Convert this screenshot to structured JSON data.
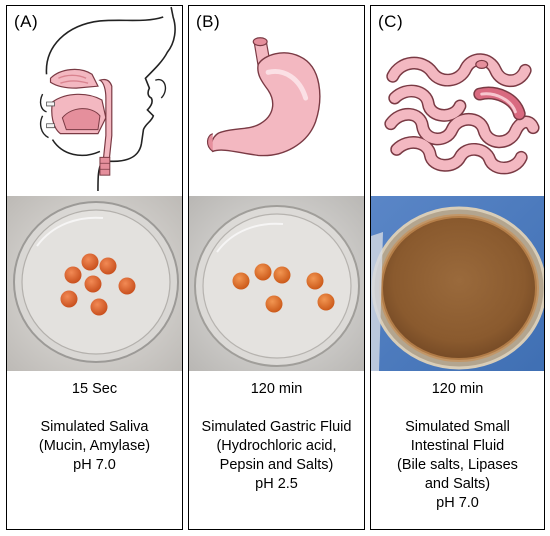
{
  "panels": [
    {
      "letter": "(A)",
      "organ_icon": "head-mouth-icon",
      "time": "15 Sec",
      "lines": [
        "Simulated Saliva",
        "(Mucin, Amylase)",
        "pH 7.0"
      ]
    },
    {
      "letter": "(B)",
      "organ_icon": "stomach-icon",
      "time": "120 min",
      "lines": [
        "Simulated Gastric Fluid",
        "(Hydrochloric acid,",
        "Pepsin and Salts)",
        "pH 2.5"
      ]
    },
    {
      "letter": "(C)",
      "organ_icon": "small-intestine-icon",
      "time": "120 min",
      "lines": [
        "Simulated Small",
        "Intestinal Fluid",
        "(Bile salts, Lipases",
        "and Salts)",
        "pH 7.0"
      ]
    }
  ],
  "colors": {
    "tissue_pink": "#f3b8c1",
    "tissue_dark": "#d9838f",
    "bead_orange": "#e0622a",
    "fluid_brown": "#8a5a2e"
  }
}
